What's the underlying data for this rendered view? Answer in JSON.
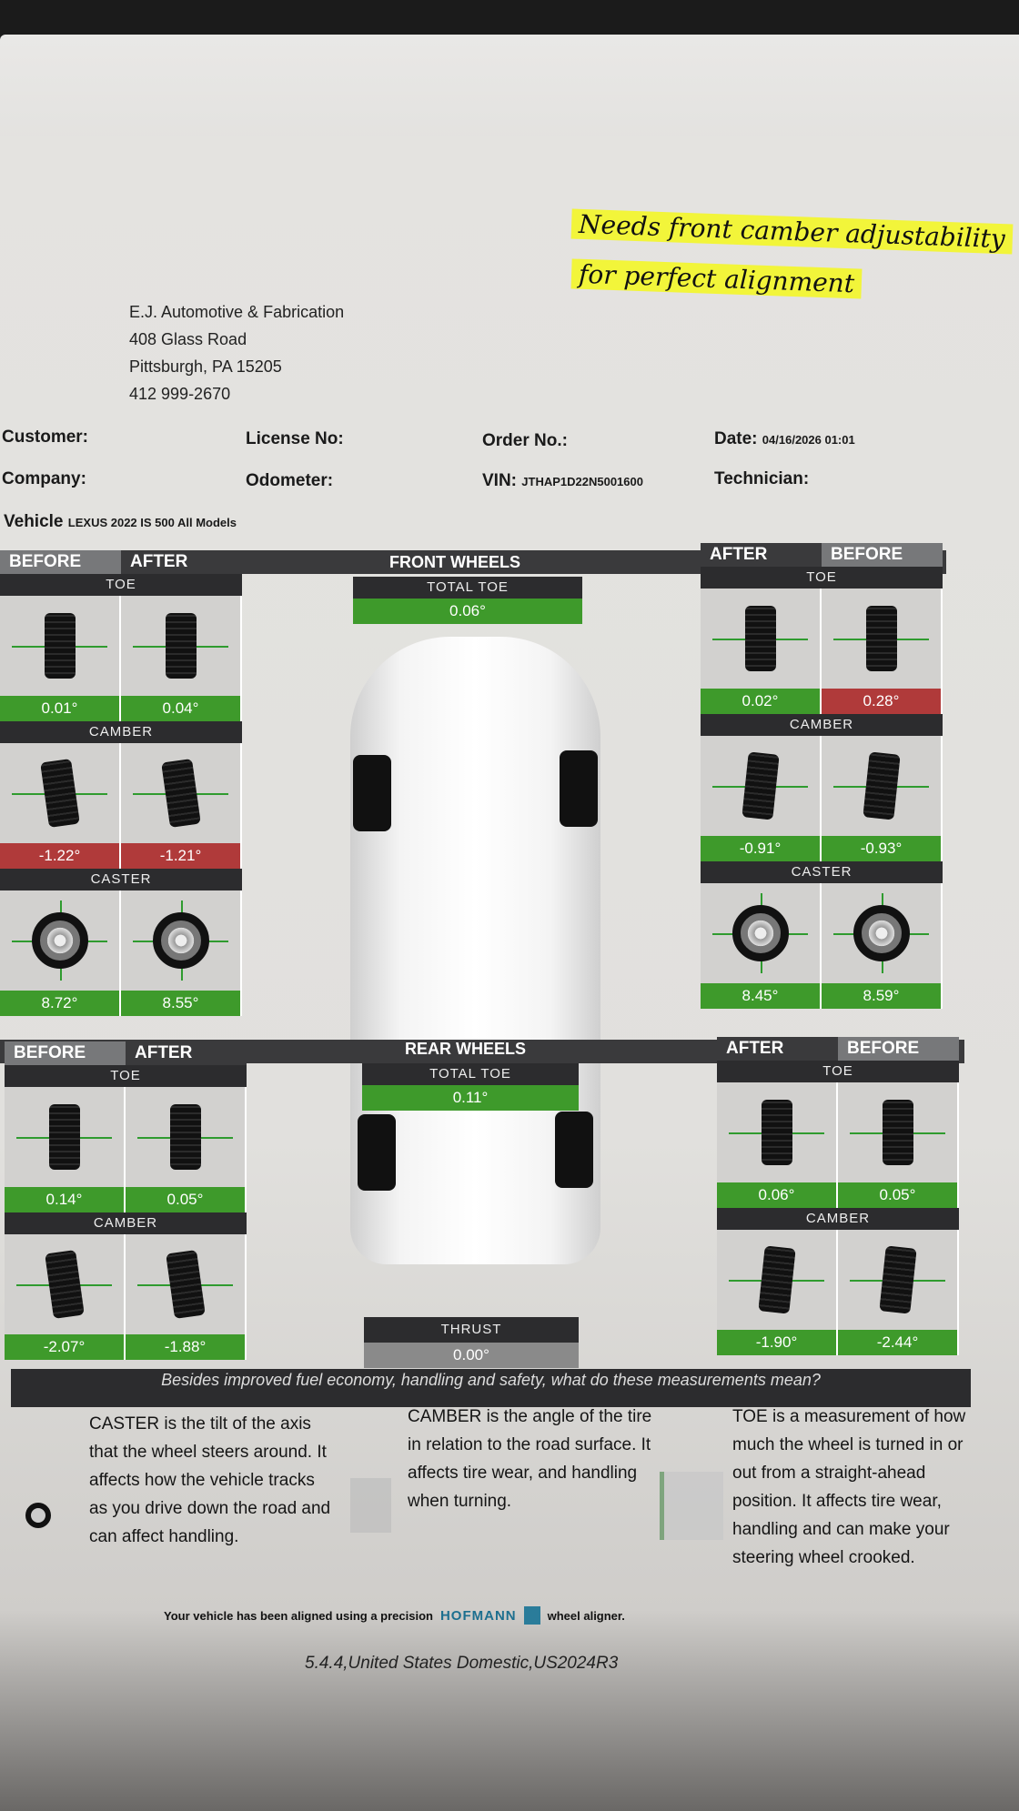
{
  "note": {
    "line1": "Needs front camber adjustability",
    "line2": "for perfect alignment"
  },
  "shop": {
    "name": "E.J. Automotive & Fabrication",
    "street": "408 Glass Road",
    "city": "Pittsburgh, PA 15205",
    "phone": "412 999-2670"
  },
  "info": {
    "customer": "Customer:",
    "license": "License No:",
    "order": "Order No.:",
    "date_label": "Date:",
    "date": "04/16/2026 01:01",
    "company": "Company:",
    "odometer": "Odometer:",
    "vin_label": "VIN:",
    "vin": "JTHAP1D22N5001600",
    "technician": "Technician:",
    "vehicle_label": "Vehicle",
    "vehicle": "LEXUS 2022 IS 500 All Models"
  },
  "labels": {
    "before": "BEFORE",
    "after": "AFTER",
    "toe": "TOE",
    "camber": "CAMBER",
    "caster": "CASTER",
    "front_wheels": "FRONT WHEELS",
    "rear_wheels": "REAR WHEELS",
    "total_toe": "TOTAL TOE",
    "thrust": "THRUST"
  },
  "front": {
    "total_toe": "0.06°",
    "left": {
      "toe": [
        "0.01°",
        "0.04°"
      ],
      "camber": [
        "-1.22°",
        "-1.21°"
      ],
      "caster": [
        "8.72°",
        "8.55°"
      ]
    },
    "right": {
      "toe": [
        "0.02°",
        "0.28°"
      ],
      "camber": [
        "-0.91°",
        "-0.93°"
      ],
      "caster": [
        "8.45°",
        "8.59°"
      ]
    }
  },
  "rear": {
    "total_toe": "0.11°",
    "thrust": "0.00°",
    "left": {
      "toe": [
        "0.14°",
        "0.05°"
      ],
      "camber": [
        "-2.07°",
        "-1.88°"
      ]
    },
    "right": {
      "toe": [
        "0.06°",
        "0.05°"
      ],
      "camber": [
        "-1.90°",
        "-2.44°"
      ]
    }
  },
  "status_colors": {
    "good": "#3e9a2b",
    "bad": "#b03a3a",
    "neutral": "#8a8a8a"
  },
  "status": {
    "front_left_camber": "bad",
    "front_right_toe_before": "bad"
  },
  "explain": {
    "question": "Besides improved fuel economy, handling and safety, what do these measurements mean?",
    "caster": "CASTER is the tilt of the axis that the wheel steers around. It affects how the vehicle tracks as you drive down the road and can affect handling.",
    "camber": "CAMBER is the angle of the tire in relation to the road surface. It affects tire wear, and handling when turning.",
    "toe": "TOE is a measurement of how much the wheel is turned in or out from a straight-ahead position. It affects tire wear, handling and can make your steering wheel crooked."
  },
  "footer": {
    "pre": "Your vehicle has been aligned using a precision",
    "brand": "HOFMANN",
    "post": "wheel aligner.",
    "version": "5.4.4,United States Domestic,US2024R3"
  }
}
